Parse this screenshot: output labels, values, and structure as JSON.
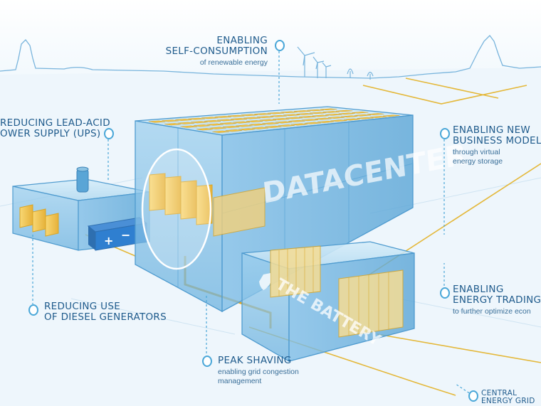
{
  "labels": {
    "self_consumption": {
      "line1": "ENABLING",
      "line2": "SELF-CONSUMPTION",
      "sub": "of renewable energy"
    },
    "ups": {
      "line1": "REDUCING LEAD-ACID",
      "line2": "OWER SUPPLY (UPS)"
    },
    "business_models": {
      "line1": "ENABLING NEW",
      "line2": "BUSINESS MODELS",
      "sub1": "through virtual",
      "sub2": "energy storage"
    },
    "diesel": {
      "line1": "REDUCING USE",
      "line2": "OF DIESEL GENERATORS"
    },
    "energy_trading": {
      "line1": "ENABLING",
      "line2": "ENERGY TRADING",
      "sub": "to further optimize econ"
    },
    "peak_shaving": {
      "line1": "PEAK SHAVING",
      "sub1": "enabling grid congestion",
      "sub2": "management"
    },
    "central_grid": {
      "line1": "CENTRAL",
      "line2": "ENERGY GRID"
    }
  },
  "buildings": {
    "datacenter": "DATACENTER",
    "battery": "THE BATTERY"
  },
  "battery_signs": {
    "plus": "+",
    "minus": "−"
  },
  "colors": {
    "glass": "#bfe0f2",
    "glass_dark": "#8cc3e3",
    "edge": "#4f9bcf",
    "gold": "#f2c54b",
    "gold_dark": "#d9a526",
    "line": "#e4b83a",
    "text": "#1f5b8c",
    "ring": "#4aa7d8"
  }
}
